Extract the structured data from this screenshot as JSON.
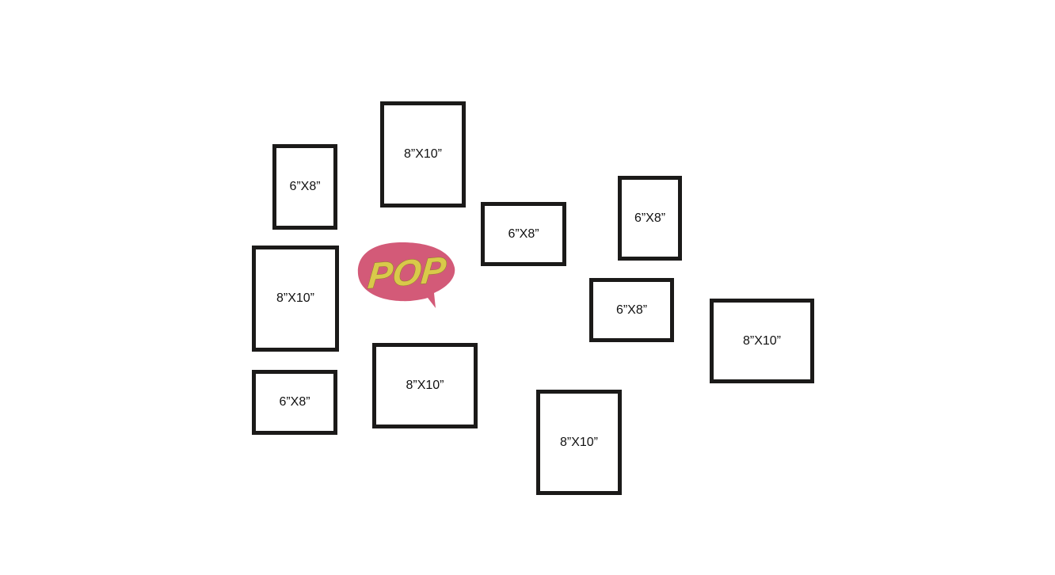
{
  "logo": {
    "text": "POP",
    "bubble_color": "#d35a78",
    "text_color": "#d9c94a"
  },
  "frame_color": "#1b1a19",
  "frames": [
    {
      "label": "6”X8”"
    },
    {
      "label": "8”X10”"
    },
    {
      "label": "6”X8”"
    },
    {
      "label": "6”X8”"
    },
    {
      "label": "8”X10”"
    },
    {
      "label": "6”X8”"
    },
    {
      "label": "8”X10”"
    },
    {
      "label": "6”X8”"
    },
    {
      "label": "8”X10”"
    },
    {
      "label": "8”X10”"
    }
  ]
}
